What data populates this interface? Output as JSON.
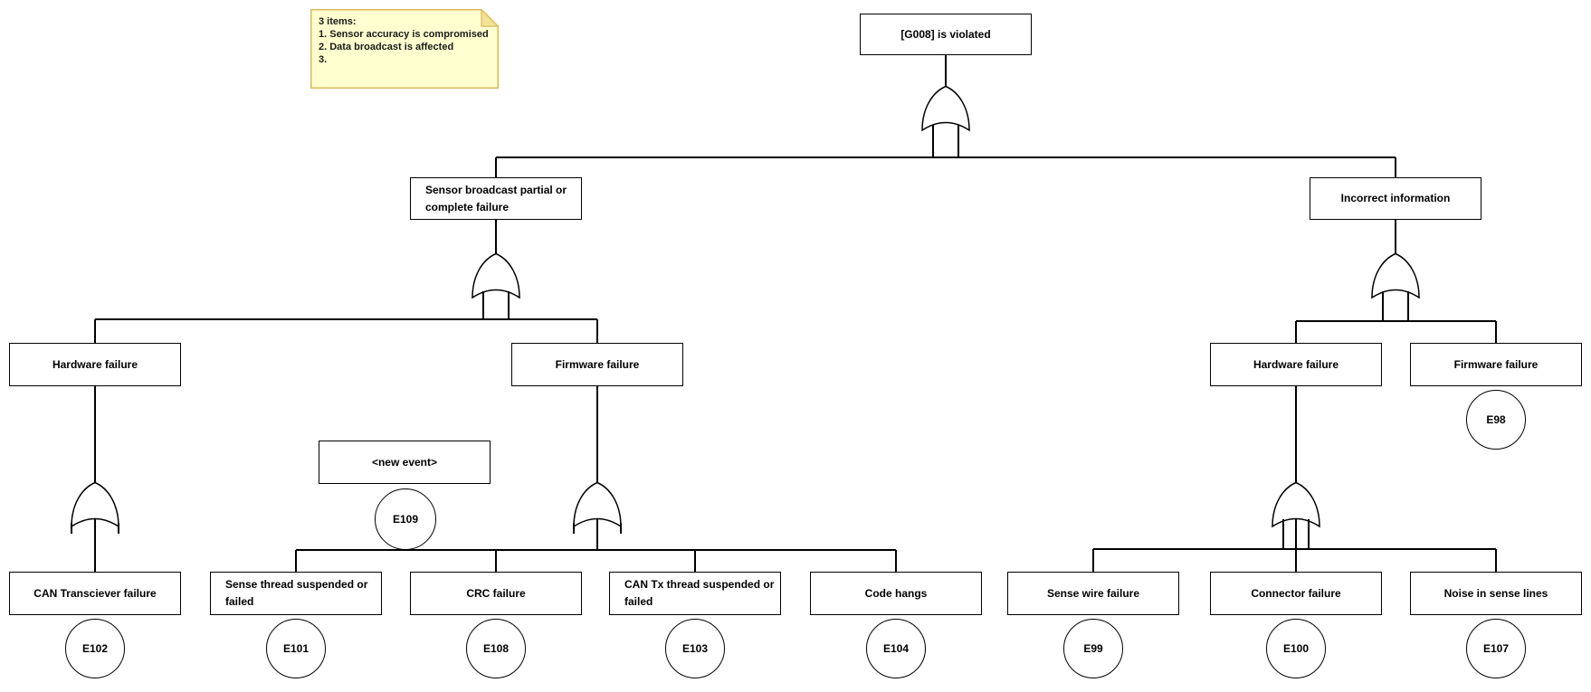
{
  "note": {
    "lines": [
      "3 items:",
      "1. Sensor accuracy is compromised",
      "2. Data broadcast is affected",
      "3."
    ]
  },
  "colors": {
    "line": "#000000",
    "box_fill": "#ffffff",
    "note_fill": "#FFFFCF",
    "note_border": "#DDB85E",
    "note_fold": "#F2E394",
    "text": "#000000"
  },
  "nodes": [
    {
      "id": "g008",
      "label": "[G008] is violated"
    },
    {
      "id": "sensor-broadcast",
      "label": "Sensor broadcast partial or\ncomplete failure"
    },
    {
      "id": "incorrect-info",
      "label": "Incorrect information"
    },
    {
      "id": "hardware-left",
      "label": "Hardware failure"
    },
    {
      "id": "firmware-left",
      "label": "Firmware failure"
    },
    {
      "id": "hardware-right",
      "label": "Hardware failure"
    },
    {
      "id": "firmware-right",
      "label": "Firmware failure",
      "event": "E98"
    },
    {
      "id": "new-event",
      "label": "<new event>",
      "event": "E109"
    },
    {
      "id": "can-transciever",
      "label": "CAN Transciever failure",
      "event": "E102"
    },
    {
      "id": "sense-thread",
      "label": "Sense thread suspended or\nfailed",
      "event": "E101"
    },
    {
      "id": "crc-failure",
      "label": "CRC failure",
      "event": "E108"
    },
    {
      "id": "can-tx-thread",
      "label": "CAN Tx thread suspended or\nfailed",
      "event": "E103"
    },
    {
      "id": "code-hangs",
      "label": "Code hangs",
      "event": "E104"
    },
    {
      "id": "sense-wire",
      "label": "Sense wire failure",
      "event": "E99"
    },
    {
      "id": "connector",
      "label": "Connector failure",
      "event": "E100"
    },
    {
      "id": "noise-sense",
      "label": "Noise in sense lines",
      "event": "E107"
    }
  ],
  "gates": [
    {
      "id": "gate-top",
      "type": "or"
    },
    {
      "id": "gate-sensor-broadcast",
      "type": "or"
    },
    {
      "id": "gate-incorrect-info",
      "type": "or"
    },
    {
      "id": "gate-hardware-left",
      "type": "or"
    },
    {
      "id": "gate-firmware-left",
      "type": "or"
    },
    {
      "id": "gate-hardware-right",
      "type": "or"
    }
  ]
}
